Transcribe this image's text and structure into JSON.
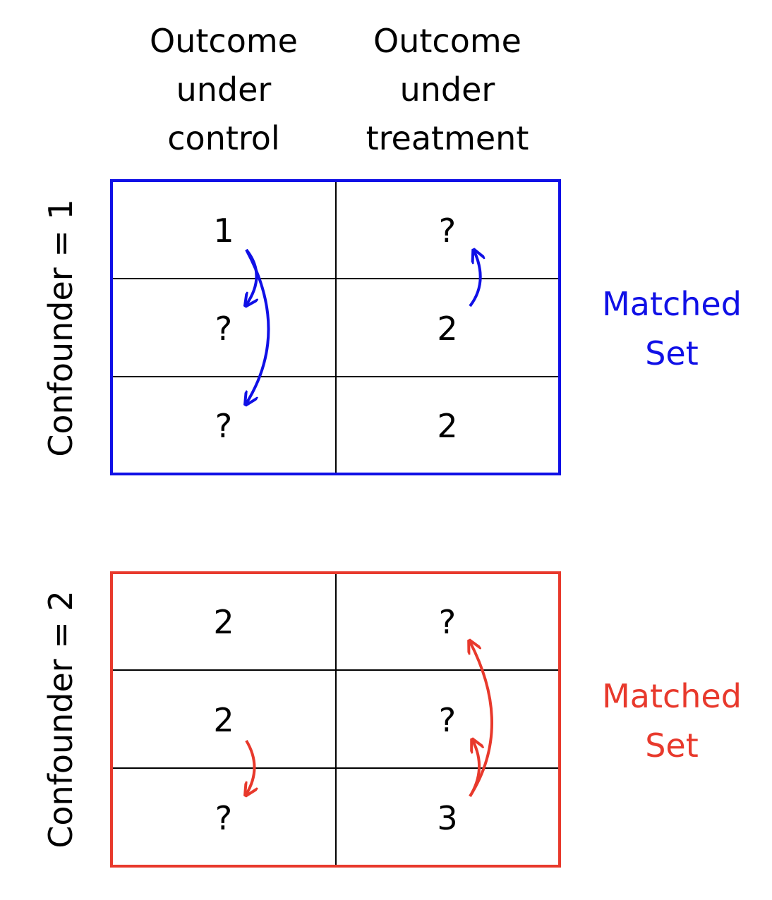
{
  "column_headers": [
    {
      "lines": [
        "Outcome",
        "under",
        "control"
      ]
    },
    {
      "lines": [
        "Outcome",
        "under",
        "treatment"
      ]
    }
  ],
  "blocks": [
    {
      "row_label": "Confounder = 1",
      "color": "#1010e6",
      "side_label": [
        "Matched",
        "Set"
      ],
      "rows": [
        [
          "1",
          "?"
        ],
        [
          "?",
          "2"
        ],
        [
          "?",
          "2"
        ]
      ]
    },
    {
      "row_label": "Confounder = 2",
      "color": "#e8392c",
      "side_label": [
        "Matched",
        "Set"
      ],
      "rows": [
        [
          "2",
          "?"
        ],
        [
          "2",
          "?"
        ],
        [
          "?",
          "3"
        ]
      ]
    }
  ]
}
